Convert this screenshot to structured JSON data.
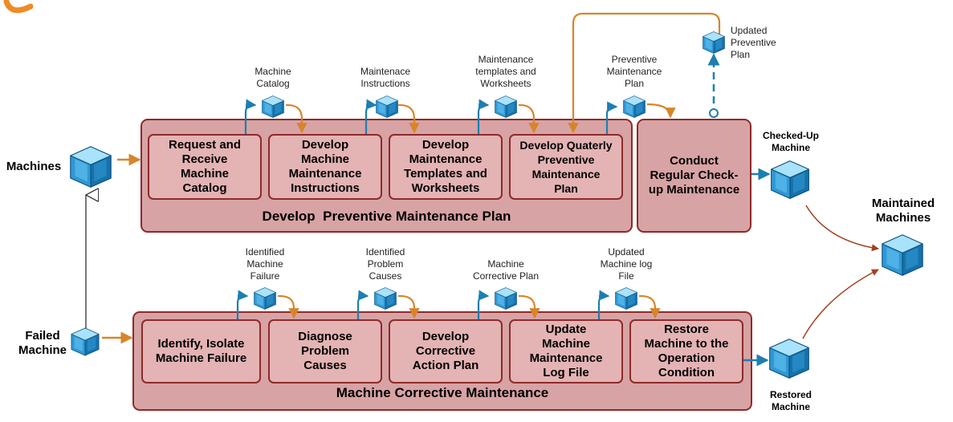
{
  "external": {
    "machines": "Machines",
    "failed_machine": "Failed\nMachine",
    "checked_up_machine": "Checked-Up\nMachine",
    "maintained_machines": "Maintained\nMachines",
    "restored_machine": "Restored\nMachine",
    "updated_preventive_plan": "Updated\nPreventive\nPlan"
  },
  "preventive": {
    "title": "Develop  Preventive Maintenance Plan",
    "steps": [
      "Request and\nReceive\nMachine\nCatalog",
      "Develop\nMachine\nMaintenance\nInstructions",
      "Develop\nMaintenance\nTemplates and\nWorksheets",
      "Develop Quaterly\nPreventive\nMaintenance\nPlan"
    ],
    "artifacts": [
      "Machine\nCatalog",
      "Maintenace\nInstructions",
      "Maintenance\ntemplates and\nWorksheets",
      "Preventive\nMaintenance\nPlan"
    ]
  },
  "checkup": {
    "label": "Conduct\nRegular Check-\nup Maintenance"
  },
  "corrective": {
    "title": "Machine Corrective Maintenance",
    "steps": [
      "Identify, Isolate\nMachine Failure",
      "Diagnose\nProblem\nCauses",
      "Develop\nCorrective\nAction Plan",
      "Update\nMachine\nMaintenance\nLog File",
      "Restore\nMachine to the\nOperation\nCondition"
    ],
    "artifacts": [
      "Identified\nMachine\nFailure",
      "Identified\nProblem\nCauses",
      "Machine\nCorrective Plan",
      "Updated\nMachine log\nFile"
    ]
  },
  "icons": [
    "cube-icon",
    "orange-arc-icon"
  ],
  "colors": {
    "group_fill": "#d8a3a4",
    "border": "#8e2a2a",
    "flow_arrow": "#d7852a",
    "artifact_arrow": "#1c7fb0",
    "output_line": "#a0401e",
    "cube": "#3ea3dc"
  }
}
